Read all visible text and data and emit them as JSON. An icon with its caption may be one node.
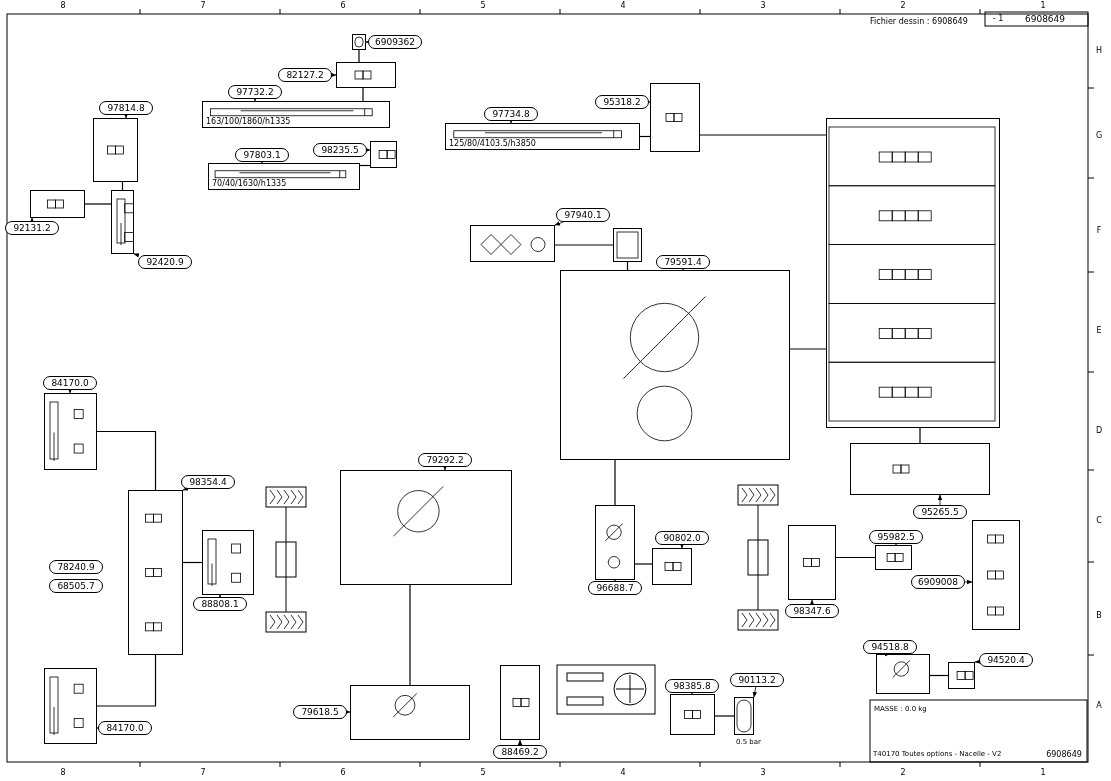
{
  "diagram": {
    "nodes": [
      {
        "text": [],
        "shape": "box"
      },
      {
        "text": [],
        "shape": "box"
      },
      {
        "text": [],
        "shape": "box"
      },
      {
        "text": [
          "163/100/1860/h1335"
        ]
      },
      {
        "text": [],
        "shape": "box"
      },
      {
        "text": [],
        "shape": "box"
      },
      {
        "text": [
          "70/40/1630/h1335"
        ]
      },
      {
        "text": [],
        "shape": "box"
      },
      {
        "text": [
          "125/80/4103.5/h3850"
        ]
      },
      {
        "text": [],
        "shape": "box"
      },
      {
        "text": [],
        "shape": "box"
      },
      {
        "text": [],
        "shape": "box"
      },
      {
        "text": [],
        "shape": "box"
      },
      {
        "text": [],
        "shape": "box"
      },
      {
        "text": [],
        "shape": "box"
      },
      {
        "text": [],
        "shape": "box"
      },
      {
        "text": [],
        "shape": "box"
      },
      {
        "text": [],
        "shape": "box"
      },
      {
        "text": [],
        "shape": "box"
      },
      {
        "text": [],
        "shape": "box"
      },
      {
        "text": [],
        "shape": "box"
      },
      {
        "text": [],
        "shape": "box"
      },
      {
        "text": [],
        "shape": "box"
      },
      {
        "text": [],
        "shape": "box"
      },
      {
        "text": [],
        "shape": "box"
      },
      {
        "text": [],
        "shape": "box"
      },
      {
        "text": [],
        "shape": "box"
      },
      {
        "text": [],
        "shape": "box"
      },
      {
        "text": [],
        "shape": "box",
        "beside": [
          "0.5 bar"
        ]
      },
      {
        "text": [],
        "shape": "box"
      },
      {
        "text": [],
        "shape": "box"
      },
      {
        "text": [
          "97814.8"
        ]
      },
      {
        "text": [
          "92131.2"
        ]
      },
      {
        "text": [
          "92420.9"
        ]
      },
      {
        "text": [
          "97732.2"
        ]
      },
      {
        "text": [
          "82127.2"
        ]
      },
      {
        "text": [
          "6909362"
        ]
      },
      {
        "text": [
          "97803.1"
        ]
      },
      {
        "text": [
          "98235.5"
        ]
      },
      {
        "text": [
          "97734.8"
        ]
      },
      {
        "text": [
          "95318.2"
        ]
      },
      {
        "text": [
          "97940.1"
        ]
      },
      {
        "text": [
          "79591.4"
        ]
      },
      {
        "text": [
          "84170.0"
        ]
      },
      {
        "text": [
          "98354.4"
        ]
      },
      {
        "text": [
          "84170.0"
        ]
      },
      {
        "text": [
          "88808.1"
        ]
      },
      {
        "text": [
          "79292.2"
        ]
      },
      {
        "text": [
          "96688.7"
        ]
      },
      {
        "text": [
          "90802.0"
        ]
      },
      {
        "text": [
          "98347.6"
        ]
      },
      {
        "text": [
          "95982.5"
        ]
      },
      {
        "text": [
          "95265.5"
        ]
      },
      {
        "text": [
          "6909008"
        ]
      },
      {
        "text": [
          "94518.8"
        ]
      },
      {
        "text": [
          "94520.4"
        ]
      },
      {
        "text": [
          "98385.8"
        ]
      },
      {
        "text": [
          "90113.2"
        ]
      },
      {
        "text": [
          "79618.5"
        ]
      },
      {
        "text": [
          "88469.2"
        ]
      }
    ],
    "edges": [
      {
        "from": 31,
        "to": 0,
        "arrow": "to"
      },
      {
        "from": 32,
        "to": 1,
        "arrow": "to"
      },
      {
        "from": 33,
        "to": 2,
        "arrow": "to"
      },
      {
        "from": 34,
        "to": 3,
        "arrow": "to"
      },
      {
        "from": 35,
        "to": 4,
        "arrow": "to"
      },
      {
        "from": 36,
        "to": 5,
        "arrow": "to"
      },
      {
        "from": 37,
        "to": 6,
        "arrow": "to"
      },
      {
        "from": 38,
        "to": 7,
        "arrow": "to"
      },
      {
        "from": 39,
        "to": 8,
        "arrow": "to"
      },
      {
        "from": 40,
        "to": 9,
        "arrow": "to"
      },
      {
        "from": 41,
        "to": 11,
        "arrow": "to"
      },
      {
        "from": 42,
        "to": 13,
        "arrow": "to"
      },
      {
        "from": 43,
        "to": 14,
        "arrow": "to"
      },
      {
        "from": 44,
        "to": 15,
        "arrow": "to"
      },
      {
        "from": 45,
        "to": 16,
        "arrow": "to"
      },
      {
        "from": 46,
        "to": 17,
        "arrow": "to"
      },
      {
        "from": 47,
        "to": 18,
        "arrow": "to"
      },
      {
        "from": 48,
        "to": 19,
        "arrow": "to"
      },
      {
        "from": 49,
        "to": 20,
        "arrow": "to"
      },
      {
        "from": 50,
        "to": 21,
        "arrow": "to"
      },
      {
        "from": 51,
        "to": 22,
        "arrow": "to"
      },
      {
        "from": 52,
        "to": 23,
        "arrow": "to"
      },
      {
        "from": 53,
        "to": 24,
        "arrow": "to"
      },
      {
        "from": 54,
        "to": 25,
        "arrow": "to"
      },
      {
        "from": 55,
        "to": 26,
        "arrow": "to"
      },
      {
        "from": 56,
        "to": 27,
        "arrow": "to"
      },
      {
        "from": 57,
        "to": 28,
        "arrow": "to"
      },
      {
        "from": 58,
        "to": 29,
        "arrow": "to"
      },
      {
        "from": 59,
        "to": 30,
        "arrow": "to"
      },
      {
        "from": 0,
        "to": 2,
        "arrow": "none"
      },
      {
        "from": 1,
        "to": 2,
        "arrow": "none"
      },
      {
        "from": 3,
        "to": 4,
        "arrow": "none"
      },
      {
        "from": 4,
        "to": 5,
        "arrow": "none"
      },
      {
        "from": 6,
        "to": 7,
        "arrow": "none"
      },
      {
        "from": 8,
        "to": 9,
        "arrow": "none"
      },
      {
        "from": 9,
        "to": 10,
        "arrow": "none"
      },
      {
        "from": 11,
        "to": 12,
        "arrow": "none"
      },
      {
        "from": 12,
        "to": 13,
        "arrow": "none"
      },
      {
        "from": 13,
        "to": 10,
        "arrow": "none"
      },
      {
        "from": 14,
        "to": 15,
        "arrow": "none"
      },
      {
        "from": 16,
        "to": 15,
        "arrow": "none"
      },
      {
        "from": 17,
        "to": 15,
        "arrow": "none"
      },
      {
        "from": 13,
        "to": 19,
        "arrow": "none"
      },
      {
        "from": 19,
        "to": 20,
        "arrow": "none"
      },
      {
        "from": 18,
        "to": 29,
        "arrow": "none"
      },
      {
        "from": 21,
        "to": 22,
        "arrow": "none"
      },
      {
        "from": 23,
        "to": 10,
        "arrow": "none"
      },
      {
        "from": 25,
        "to": 26,
        "arrow": "none"
      },
      {
        "from": 27,
        "to": 28,
        "arrow": "none"
      }
    ],
    "labels": [
      "Fichier dessin : 6908649",
      "- 1",
      "6908649",
      "8",
      "7",
      "6",
      "5",
      "4",
      "3",
      "2",
      "1",
      "H",
      "G",
      "F",
      "E",
      "D",
      "C",
      "B",
      "A",
      "78240.9",
      "68505.7",
      "MASSE : 0.0 kg",
      "T40170 Toutes options - Nacelle - V2",
      "6908649",
      "8",
      "7",
      "6",
      "5",
      "4",
      "3",
      "2",
      "1"
    ]
  }
}
